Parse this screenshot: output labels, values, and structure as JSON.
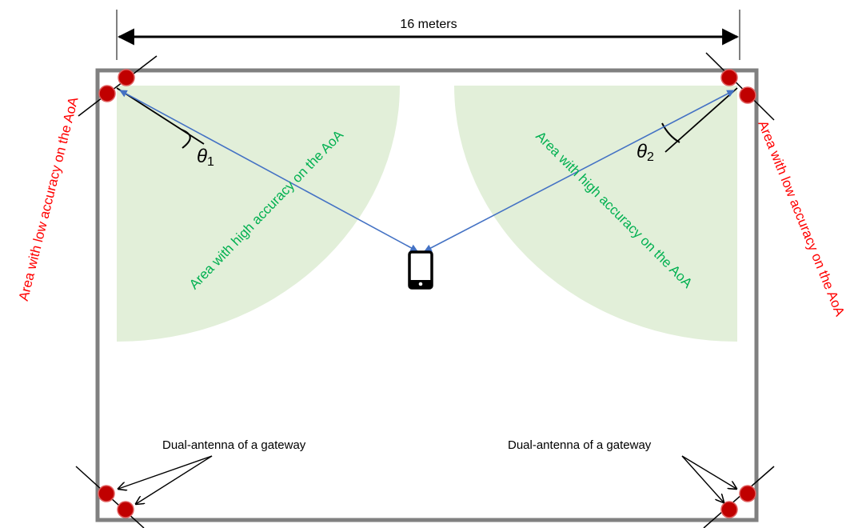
{
  "dimension": {
    "label": "16 meters"
  },
  "zones": {
    "high_accuracy_label": "Area with high accuracy on the AoA",
    "low_accuracy_label": "Area with low accuracy on the AoA"
  },
  "angles": {
    "left": {
      "symbol": "θ",
      "subscript": "1"
    },
    "right": {
      "symbol": "θ",
      "subscript": "2"
    }
  },
  "gateways": {
    "bottom_left_label": "Dual-antenna of a gateway",
    "bottom_right_label": "Dual-antenna of a gateway"
  },
  "colors": {
    "room_border": "#808080",
    "high_accuracy_fill": "#e2efd9",
    "high_accuracy_text": "#00b050",
    "low_accuracy_text": "#ff0000",
    "signal_line": "#4472c4",
    "antenna_fill": "#c00000"
  },
  "icons": {
    "device": "smartphone-icon"
  }
}
